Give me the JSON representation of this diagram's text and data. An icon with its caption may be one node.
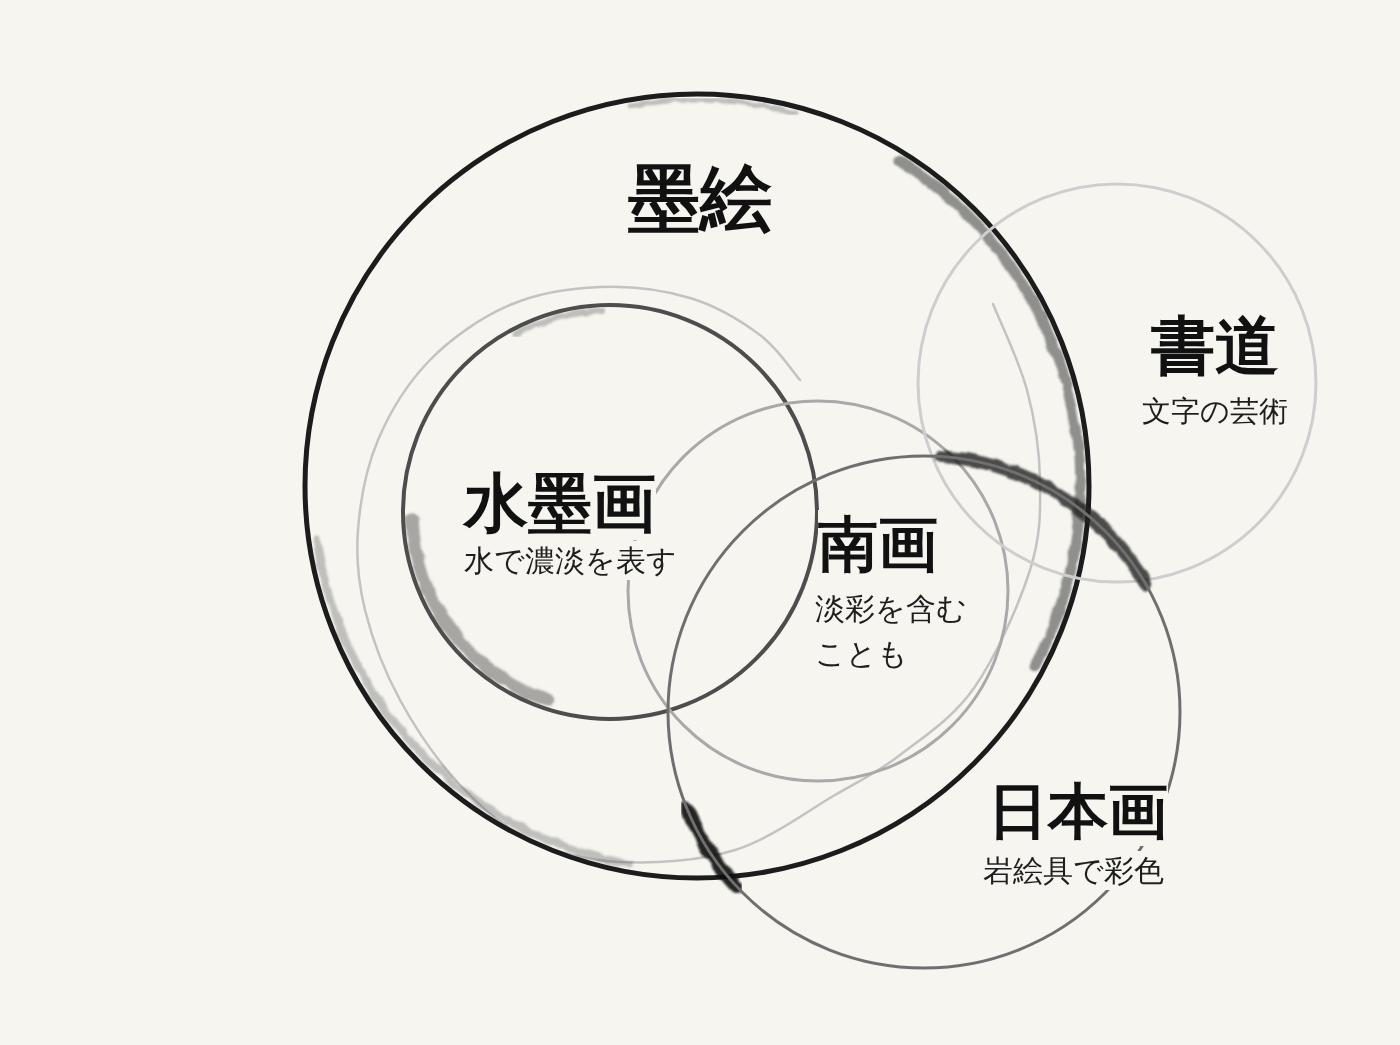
{
  "diagram": {
    "nodes": [
      {
        "text": [
          "墨絵"
        ]
      },
      {
        "text": [
          "書道",
          "文字の芸術"
        ]
      },
      {
        "text": [
          "水墨画",
          "水で濃淡を表す"
        ],
        "in": 0
      },
      {
        "text": [
          "南画",
          "淡彩を含むことも"
        ],
        "in": 0
      },
      {
        "text": [
          "日本画",
          "岩絵具で彩色"
        ]
      }
    ]
  }
}
